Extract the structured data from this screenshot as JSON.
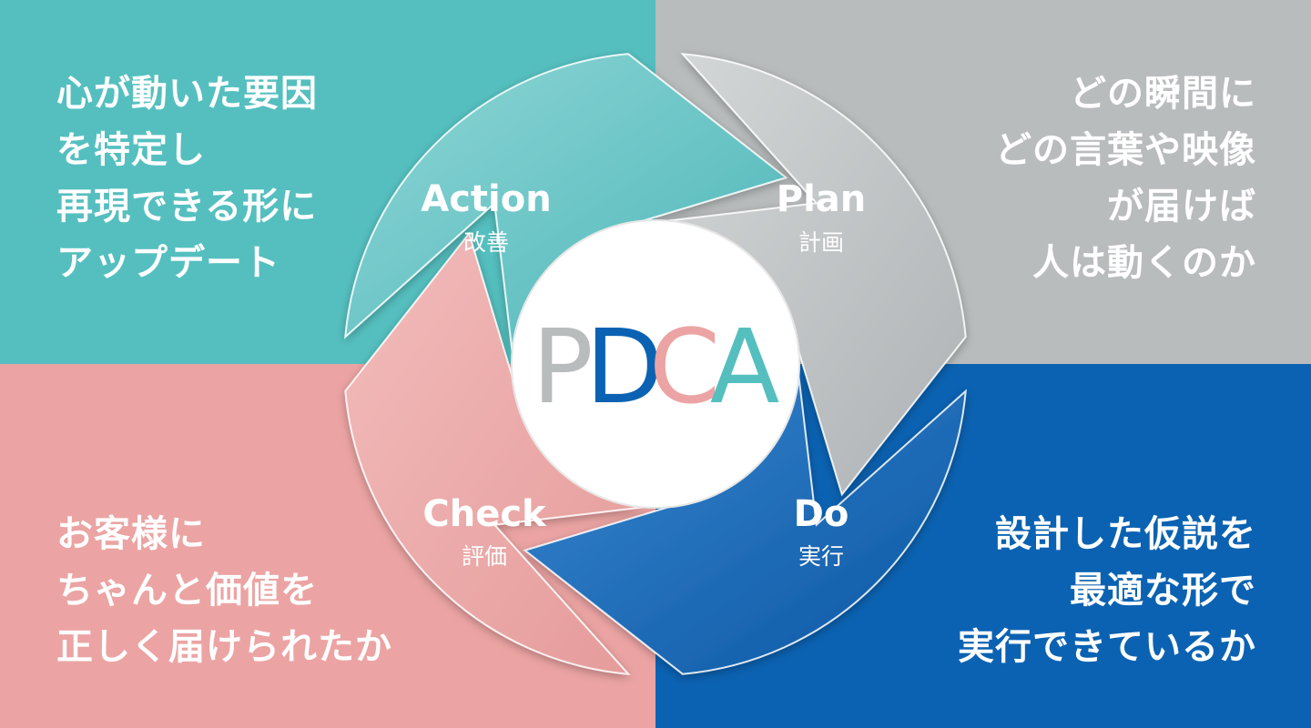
{
  "colors": {
    "action": "#55bfbf",
    "plan": "#b9bcbd",
    "check": "#eba4a3",
    "do": "#0b62b2"
  },
  "center": {
    "letters": [
      {
        "char": "P",
        "color": "#b9bcbd"
      },
      {
        "char": "D",
        "color": "#0b62b2"
      },
      {
        "char": "C",
        "color": "#eba4a3"
      },
      {
        "char": "A",
        "color": "#55bfbf"
      }
    ]
  },
  "phases": {
    "action": {
      "name": "Action",
      "ja": "改善"
    },
    "plan": {
      "name": "Plan",
      "ja": "計画"
    },
    "check": {
      "name": "Check",
      "ja": "評価"
    },
    "do": {
      "name": "Do",
      "ja": "実行"
    }
  },
  "descriptions": {
    "action": [
      "心が動いた要因",
      "を特定し",
      "再現できる形に",
      "アップデート"
    ],
    "plan": [
      "どの瞬間に",
      "どの言葉や映像",
      "が届けば",
      "人は動くのか"
    ],
    "check": [
      "お客様に",
      "ちゃんと価値を",
      "正しく届けられたか"
    ],
    "do": [
      "設計した仮説を",
      "最適な形で",
      "実行できているか"
    ]
  }
}
